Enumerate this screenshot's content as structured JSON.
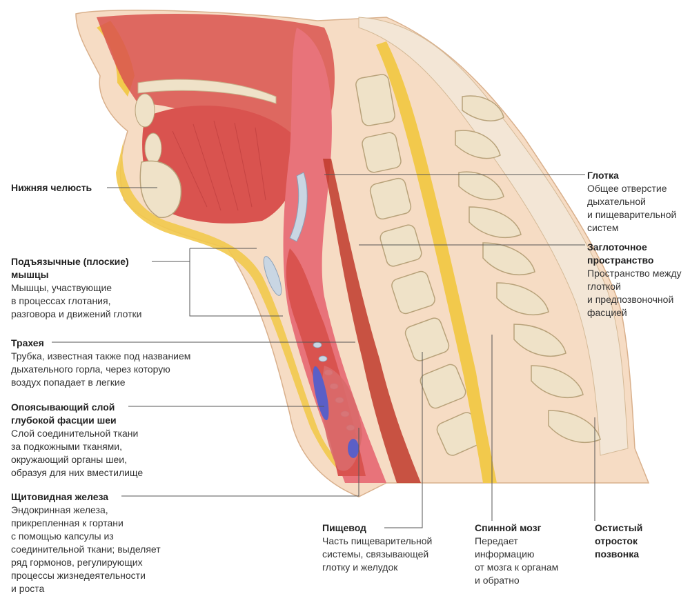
{
  "labels": {
    "jaw": {
      "title": "Нижняя челюсть"
    },
    "hyoid": {
      "title": "Подъязычные (плоские)\nмышцы",
      "desc": "Мышцы, участвующие\nв процессах глотания,\nразговора и движений глотки"
    },
    "trachea": {
      "title": "Трахея",
      "desc": "Трубка, известная также под названием\nдыхательного горла, через которую\nвоздух попадает в легкие"
    },
    "fascia": {
      "title": "Опоясывающий слой\nглубокой фасции шеи",
      "desc": "Слой соединительной ткани\nза подкожными тканями,\nокружающий органы шеи,\nобразуя для них вместилище"
    },
    "thyroid": {
      "title": "Щитовидная железа",
      "desc": "Эндокринная железа,\nприкрепленная к гортани\nс помощью капсулы из\nсоединительной ткани; выделяет\nряд гормонов, регулирующих\nпроцессы жизнедеятельности\nи роста"
    },
    "pharynx": {
      "title": "Глотка",
      "desc": "Общее отверстие\nдыхательной\nи пищеварительной\nсистем"
    },
    "retro": {
      "title": "Заглоточное\nпространство",
      "desc": "Пространство между\nглоткой\nи предпозвоночной\nфасцией"
    },
    "esophagus": {
      "title": "Пищевод",
      "desc": "Часть пищеварительной\nсистемы, связывающей\nглотку и желудок"
    },
    "cord": {
      "title": "Спинной мозг",
      "desc": "Передает\nинформацию\nот мозга к органам\nи обратно"
    },
    "spinous": {
      "title": "Остистый\nотросток\nпозвонка"
    }
  },
  "colors": {
    "skin": "#f6dcc4",
    "fat": "#f2c94c",
    "muscle": "#d9534f",
    "mucosa": "#e8737a",
    "bone": "#efe2c8",
    "cartilage": "#c9d6e3",
    "vein": "#5b5fc7"
  }
}
